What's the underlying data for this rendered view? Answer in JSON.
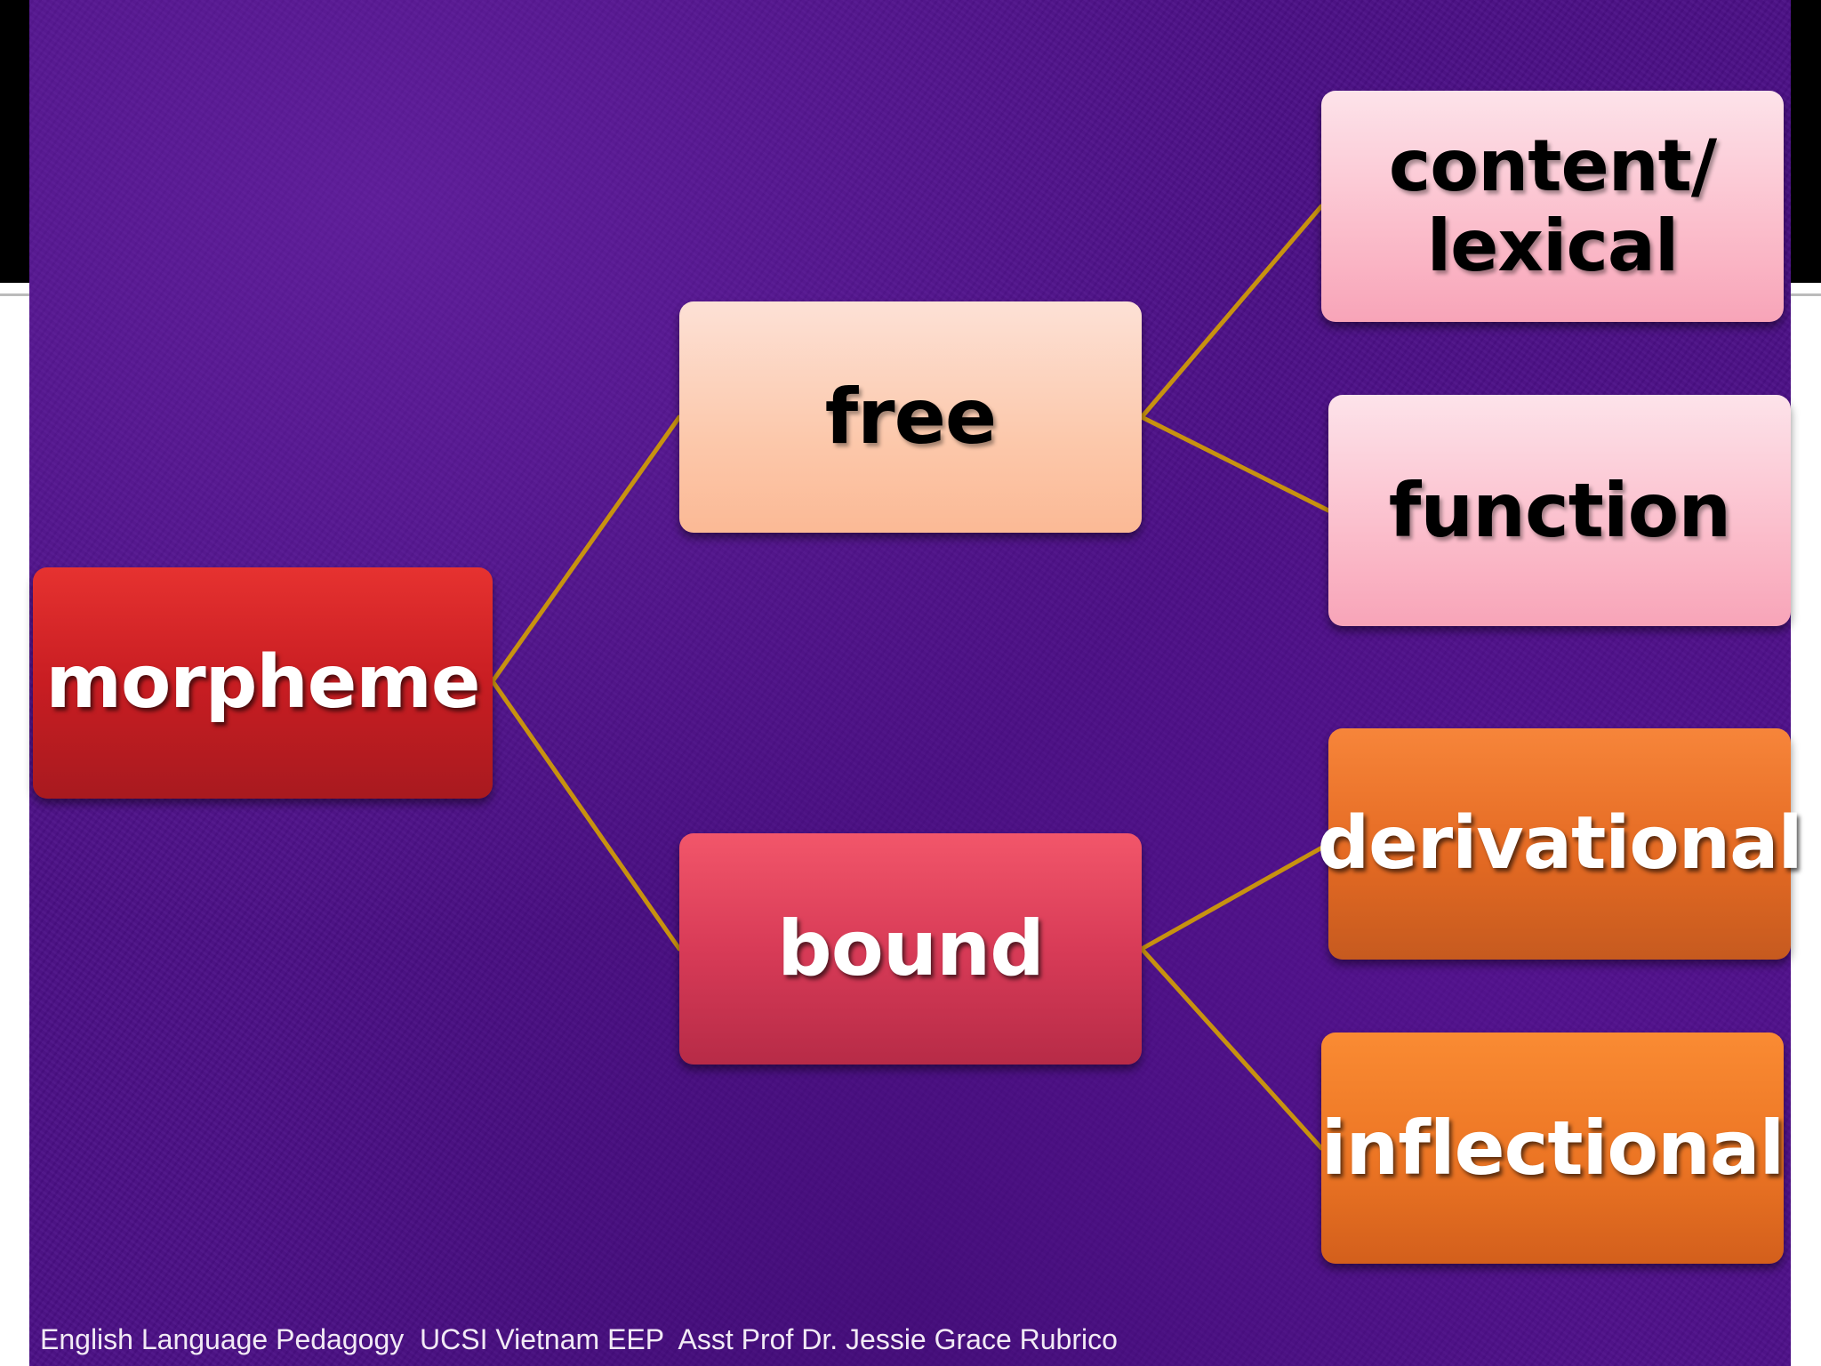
{
  "diagram": {
    "root": {
      "label": "morpheme"
    },
    "branches": [
      {
        "label": "free",
        "children": [
          {
            "label": "content/\nlexical"
          },
          {
            "label": "function"
          }
        ]
      },
      {
        "label": "bound",
        "children": [
          {
            "label": "derivational"
          },
          {
            "label": "inflectional"
          }
        ]
      }
    ]
  },
  "footer": {
    "text": "English Language Pedagogy  UCSI Vietnam EEP  Asst Prof Dr. Jessie Grace Rubrico"
  },
  "colors": {
    "background": "#4b0f86",
    "connector": "#c8920f",
    "morpheme": "#c81d22",
    "free": "#fcc8ab",
    "bound": "#d83b57",
    "free_children": "#fbbdcb",
    "bound_children": "#e46a23"
  }
}
